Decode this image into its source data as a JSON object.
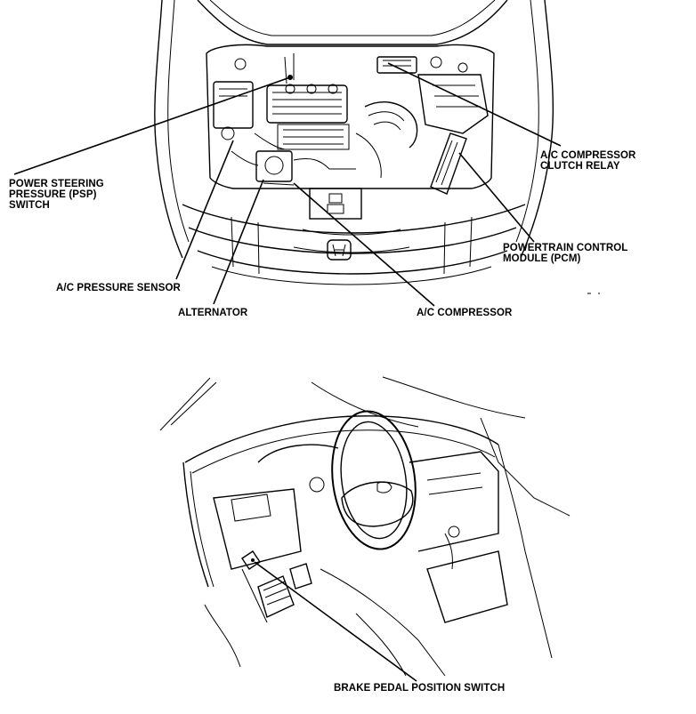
{
  "labels": {
    "psp_switch": [
      "POWER STEERING",
      "PRESSURE (PSP)",
      "SWITCH"
    ],
    "ac_compressor_clutch_relay": [
      "A/C COMPRESSOR",
      "CLUTCH RELAY"
    ],
    "pcm": [
      "POWERTRAIN CONTROL",
      "MODULE (PCM)"
    ],
    "ac_pressure_sensor": "A/C PRESSURE SENSOR",
    "alternator": "ALTERNATOR",
    "ac_compressor": "A/C COMPRESSOR",
    "brake_pedal_position_switch": "BRAKE PEDAL POSITION SWITCH"
  }
}
